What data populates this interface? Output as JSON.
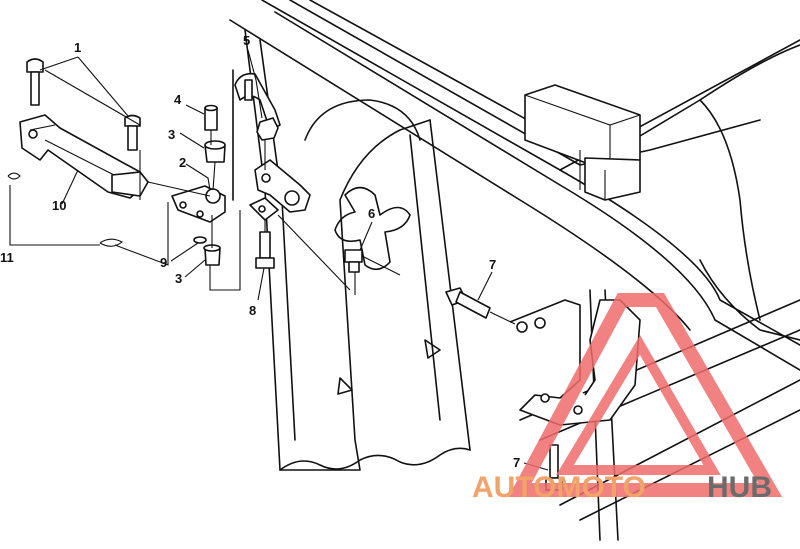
{
  "callouts": [
    {
      "id": "1",
      "label": "1"
    },
    {
      "id": "2",
      "label": "2"
    },
    {
      "id": "3a",
      "label": "3"
    },
    {
      "id": "3b",
      "label": "3"
    },
    {
      "id": "4",
      "label": "4"
    },
    {
      "id": "5",
      "label": "5"
    },
    {
      "id": "6",
      "label": "6"
    },
    {
      "id": "7a",
      "label": "7"
    },
    {
      "id": "7b",
      "label": "7"
    },
    {
      "id": "8",
      "label": "8"
    },
    {
      "id": "9",
      "label": "9"
    },
    {
      "id": "10",
      "label": "10"
    },
    {
      "id": "11",
      "label": "11"
    }
  ],
  "watermark": {
    "part1": "AUTOMOTO",
    "part2": "HUB",
    "color1": "#f2a36a",
    "color2": "#6b6b6b",
    "triangle_color": "#f06c6c"
  }
}
